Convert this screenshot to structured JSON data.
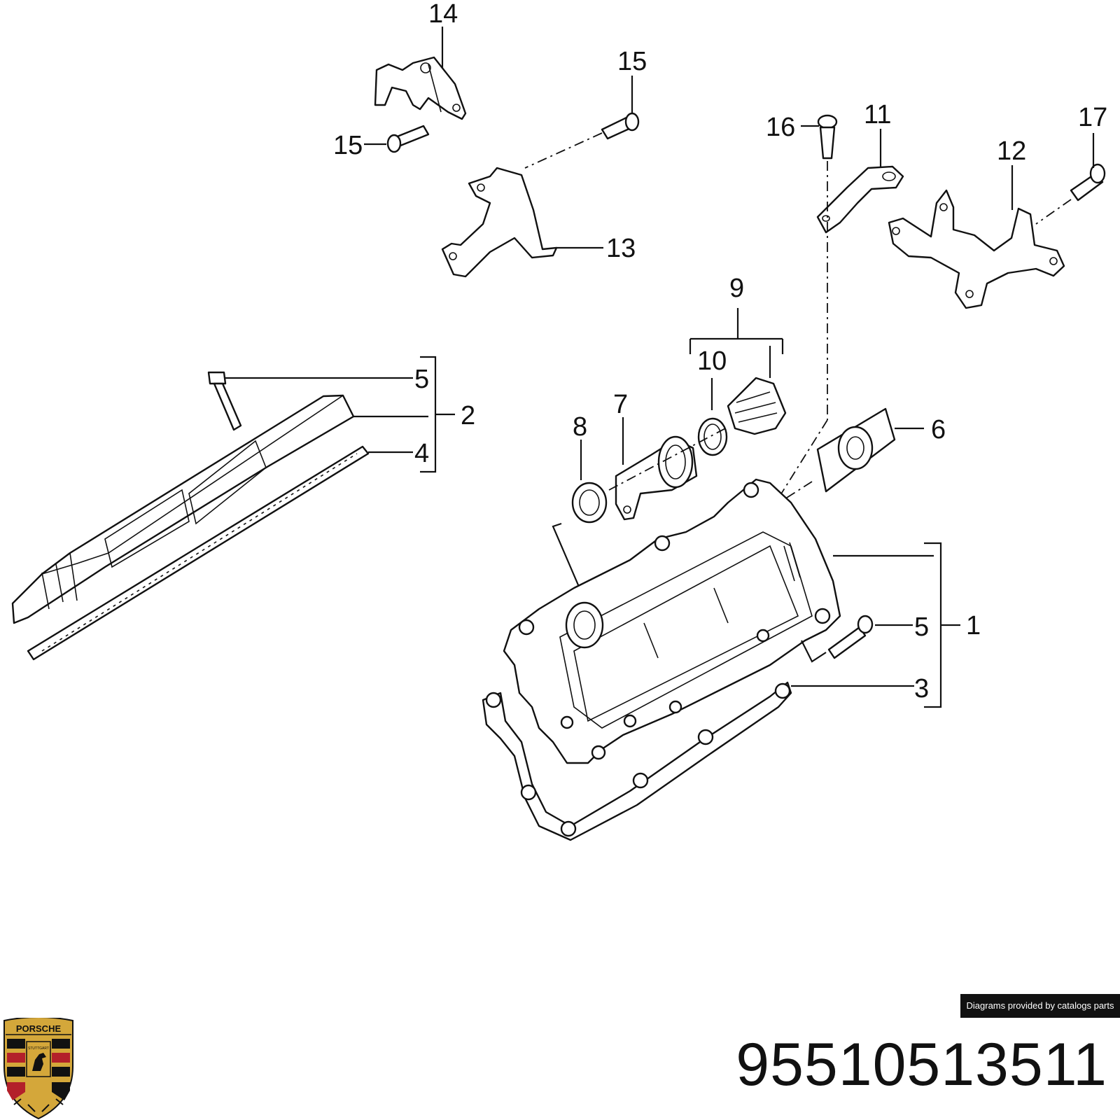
{
  "callouts": {
    "c14": "14",
    "c15a": "15",
    "c15b": "15",
    "c13": "13",
    "c16": "16",
    "c11": "11",
    "c17": "17",
    "c12": "12",
    "c9": "9",
    "c10": "10",
    "c7": "7",
    "c8": "8",
    "c6": "6",
    "c5a": "5",
    "c2": "2",
    "c4": "4",
    "c1": "1",
    "c5b": "5",
    "c3": "3"
  },
  "credit": "Diagrams provided by catalogs parts",
  "part_number": "95510513511",
  "logo": {
    "name": "porsche-crest",
    "wordmark": "PORSCHE",
    "city": "STUTTGART",
    "colors": {
      "gold": "#d4a73a",
      "red": "#b3202a",
      "black": "#111111"
    }
  }
}
